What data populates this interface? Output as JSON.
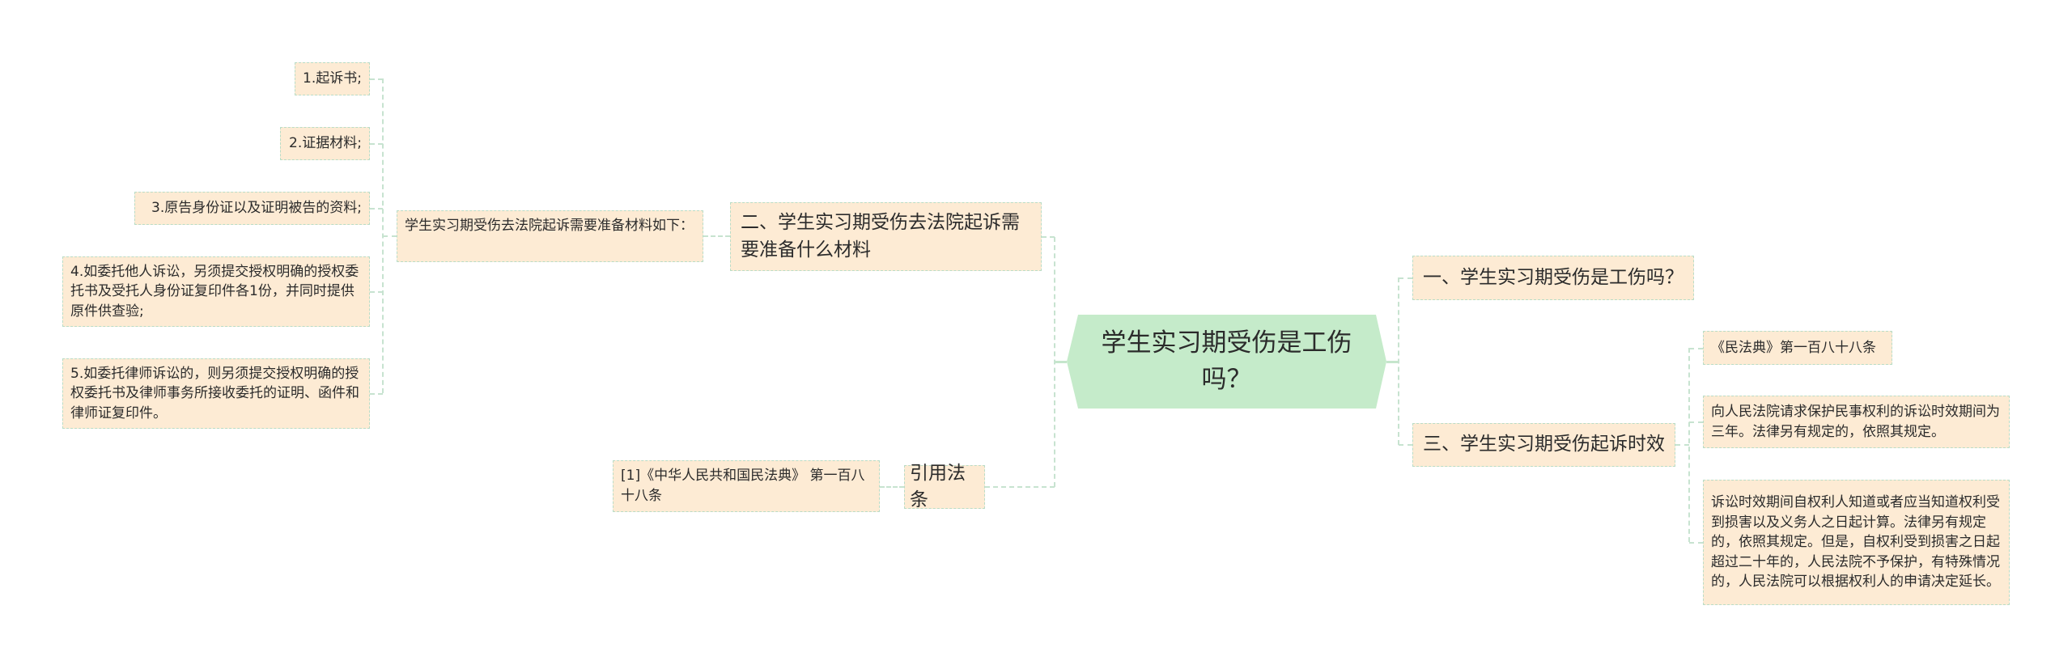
{
  "root": {
    "label": "学生实习期受伤是工伤吗？"
  },
  "left_branches": [
    {
      "label": "二、学生实习期受伤去法院起诉需要准备什么材料",
      "children": [
        {
          "label": "学生实习期受伤去法院起诉需要准备材料如下：",
          "children": [
            {
              "label": "1.起诉书;"
            },
            {
              "label": "2.证据材料;"
            },
            {
              "label": "3.原告身份证以及证明被告的资料;"
            },
            {
              "label": "4.如委托他人诉讼，另须提交授权明确的授权委托书及受托人身份证复印件各1份，并同时提供原件供查验;"
            },
            {
              "label": "5.如委托律师诉讼的，则另须提交授权明确的授权委托书及律师事务所接收委托的证明、函件和律师证复印件。"
            }
          ]
        }
      ]
    },
    {
      "label": "引用法条",
      "children": [
        {
          "label": "[1]《中华人民共和国民法典》 第一百八十八条"
        }
      ]
    }
  ],
  "right_branches": [
    {
      "label": "一、学生实习期受伤是工伤吗？",
      "children": []
    },
    {
      "label": "三、学生实习期受伤起诉时效",
      "children": [
        {
          "label": "《民法典》第一百八十八条"
        },
        {
          "label": "向人民法院请求保护民事权利的诉讼时效期间为三年。法律另有规定的，依照其规定。"
        },
        {
          "label": "诉讼时效期间自权利人知道或者应当知道权利受到损害以及义务人之日起计算。法律另有规定的，依照其规定。但是，自权利受到损害之日起超过二十年的，人民法院不予保护，有特殊情况的，人民法院可以根据权利人的申请决定延长。"
        }
      ]
    }
  ],
  "colors": {
    "root_fill": "#c5ebca",
    "node_fill": "#fdebd4",
    "node_border": "#b9dcc6",
    "connector": "#c7e3d0"
  }
}
